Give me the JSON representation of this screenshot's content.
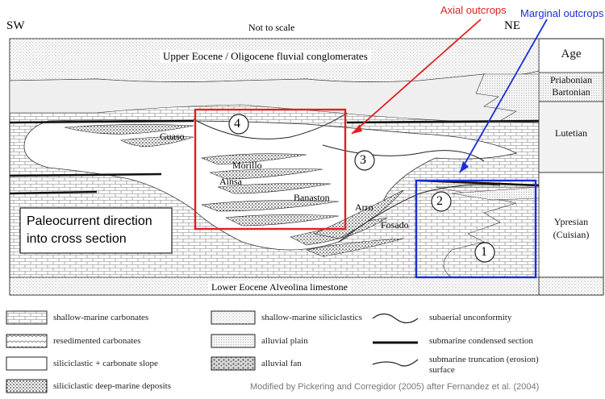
{
  "header": {
    "sw": "SW",
    "not_to_scale": "Not to scale",
    "ne": "NE",
    "axial_outcrops": "Axial outcrops",
    "marginal_outcrops": "Marginal outcrops"
  },
  "age_column": {
    "title": "Age",
    "priabonian": "Priabonian",
    "bartonian": "Bartonian",
    "lutetian": "Lutetian",
    "ypresian": "Ypresian",
    "cuisian": "(Cuisian)"
  },
  "section_labels": {
    "upper": "Upper Eocene / Oligocene fluvial conglomerates",
    "lower": "Lower Eocene Alveolina limestone",
    "guaso": "Guaso",
    "morillo": "Morillo",
    "ainsa": "Ainsa",
    "banaston": "Banaston",
    "arro": "Arro",
    "fosado": "Fosado",
    "n1": "1",
    "n2": "2",
    "n3": "3",
    "n4": "4"
  },
  "paleocurrent": {
    "line1": "Paleocurrent direction",
    "line2": "into cross section"
  },
  "legend": {
    "shallow_marine_carbonates": "shallow-marine carbonates",
    "resedimented_carbonates": "resedimented carbonates",
    "siliciclastic_carbonate_slope": "siliciclastic + carbonate slope",
    "siliciclastic_deep_marine": "siliciclastic deep-marine deposits",
    "shallow_marine_siliciclastics": "shallow-marine siliciclastics",
    "alluvial_plain": "alluvial plain",
    "alluvial_fan": "alluvial fan",
    "subaerial_unconformity": "subaerial unconformity",
    "submarine_condensed": "submarine condensed section",
    "submarine_truncation_1": "submarine truncation (erosion)",
    "submarine_truncation_2": "surface"
  },
  "credit": "Modified by Pickering and Corregidor (2005) after Fernandez et al. (2004)",
  "colors": {
    "axial_box": "#e02020",
    "marginal_box": "#1a2fd6",
    "axial_text": "#e02020",
    "marginal_text": "#1a2fd6"
  }
}
